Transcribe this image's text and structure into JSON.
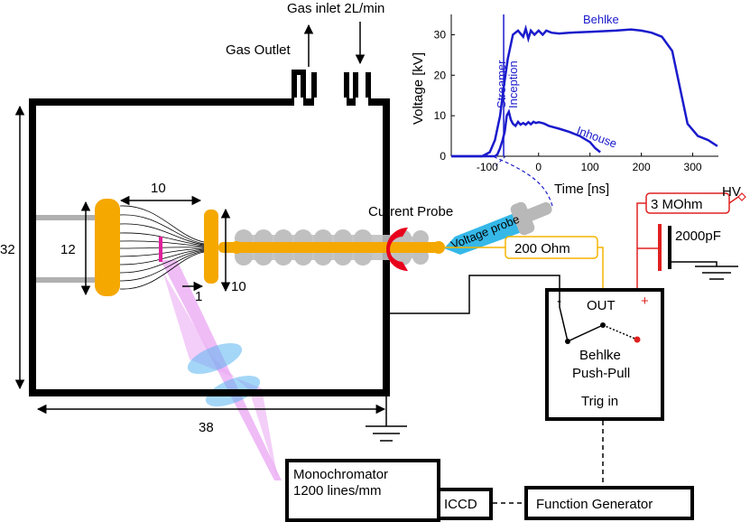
{
  "labels": {
    "gas_inlet": "Gas inlet 2L/min",
    "gas_outlet": "Gas Outlet",
    "current_probe": "Current Probe",
    "voltage_probe": "Voltage probe",
    "resistor_200": "200 Ohm",
    "resistor_3m": "3 MOhm",
    "capacitor": "2000pF",
    "hv": "HV",
    "out": "OUT",
    "minus": "-",
    "plus": "+",
    "behlke_line1": "Behlke",
    "behlke_line2": "Push-Pull",
    "trig_in": "Trig in",
    "monochromator_line1": "Monochromator",
    "monochromator_line2": "1200 lines/mm",
    "iccd": "ICCD",
    "function_generator": "Function Generator"
  },
  "dimensions": {
    "chamber_height": "32",
    "chamber_width": "38",
    "electrode_width": "10",
    "electrode_height": "12",
    "gap": "1",
    "needle_height": "10"
  },
  "colors": {
    "electrode": "#f5a800",
    "insulator": "#c0c0c0",
    "current_probe": "#e8001c",
    "voltage_probe": "#35b8e8",
    "optical_cone": "#e9a6f3",
    "lens": "#5ab4f0",
    "plot_line": "#1a1acc",
    "hv_wire": "#e02020",
    "resistor_200_wire": "#f5b400"
  },
  "chart_data": {
    "type": "line",
    "xlabel": "Time [ns]",
    "ylabel": "Voltage [kV]",
    "xlim": [
      -170,
      350
    ],
    "ylim": [
      0,
      35
    ],
    "xticks": [
      -100,
      0,
      100,
      200,
      300
    ],
    "yticks": [
      0,
      10,
      20,
      30
    ],
    "annotations": [
      "Streamer",
      "Inception"
    ],
    "inception_time": -68,
    "series": [
      {
        "name": "Behlke",
        "x": [
          -170,
          -110,
          -95,
          -85,
          -75,
          -68,
          -60,
          -50,
          -40,
          -30,
          -25,
          -20,
          -15,
          -8,
          0,
          8,
          15,
          25,
          40,
          60,
          100,
          150,
          180,
          200,
          220,
          240,
          260,
          275,
          290,
          310,
          330,
          348
        ],
        "y": [
          0,
          0,
          1,
          4,
          10,
          17,
          24,
          30,
          31,
          29.5,
          31.5,
          29,
          31,
          30,
          31,
          30,
          31,
          30.5,
          30.3,
          30.5,
          30.7,
          31,
          31.3,
          31,
          30.5,
          29.5,
          26,
          17,
          8,
          5,
          4,
          2.5
        ]
      },
      {
        "name": "Inhouse",
        "x": [
          -170,
          -85,
          -80,
          -75,
          -70,
          -66,
          -62,
          -58,
          -54,
          -50,
          -45,
          -40,
          -35,
          -30,
          -25,
          -20,
          -15,
          -10,
          -5,
          0,
          10,
          20,
          40,
          60,
          80,
          100,
          110,
          120
        ],
        "y": [
          0,
          0,
          0.5,
          2,
          4,
          6,
          10,
          11,
          9,
          8,
          7.5,
          8.5,
          7.8,
          8.2,
          7.8,
          8.4,
          7.9,
          8.5,
          8.2,
          8.4,
          8.1,
          7.5,
          6.8,
          6,
          5,
          3.5,
          2,
          1
        ]
      }
    ]
  }
}
